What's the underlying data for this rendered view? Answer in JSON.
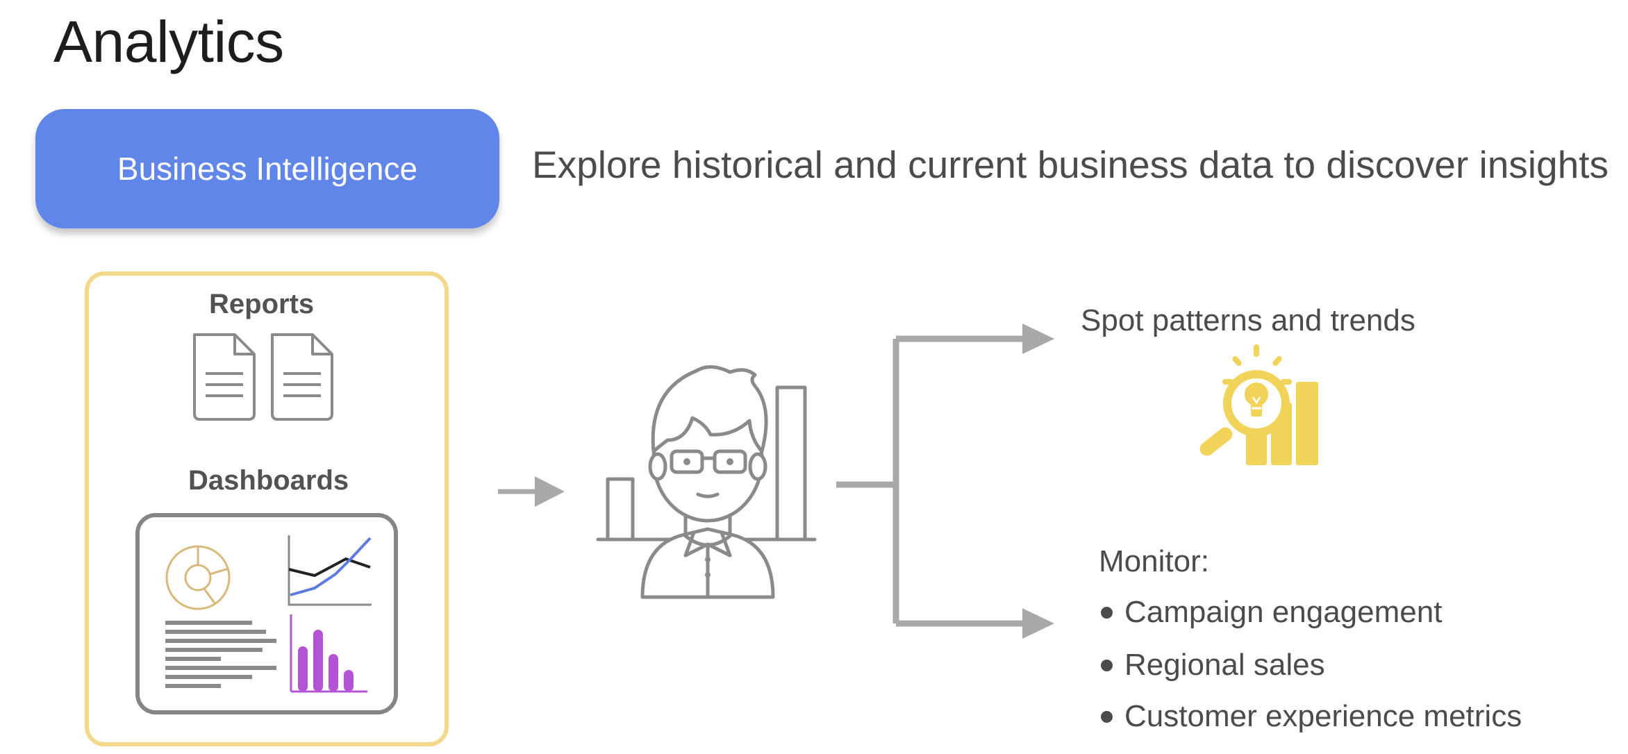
{
  "title": "Analytics",
  "bi_pill": {
    "label": "Business Intelligence"
  },
  "bi_description": "Explore historical and current business data to discover insights",
  "sources": {
    "reports_label": "Reports",
    "dashboards_label": "Dashboards"
  },
  "outcomes": {
    "spot_label": "Spot patterns and trends",
    "monitor_label": "Monitor:",
    "monitor_items": [
      "Campaign engagement",
      "Regional sales",
      "Customer experience metrics"
    ]
  },
  "colors": {
    "pill": "#6186ea",
    "card_border": "#f2d98a",
    "icon_gray": "#8a8a8a",
    "arrow_gray": "#a8a8a8",
    "insight_yellow": "#f2d35a",
    "chart_purple": "#b553d6",
    "chart_blue": "#5b7be0",
    "donut_tan": "#d9b97a"
  },
  "icons": {
    "report": "document-icon",
    "dashboard": "dashboard-icon",
    "analyst": "analyst-person-icon",
    "insight": "lightbulb-insight-icon"
  }
}
